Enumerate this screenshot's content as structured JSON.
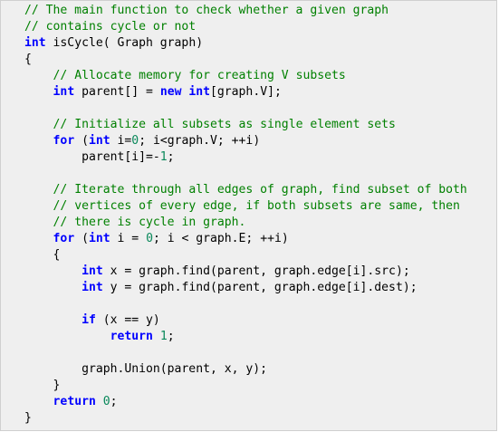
{
  "code": {
    "language": "C",
    "lines": [
      [
        [
          "comment",
          "// The main function to check whether a given graph"
        ]
      ],
      [
        [
          "comment",
          "// contains cycle or not"
        ]
      ],
      [
        [
          "keyword",
          "int"
        ],
        [
          "text",
          " isCycle( Graph graph)"
        ]
      ],
      [
        [
          "text",
          "{"
        ]
      ],
      [
        [
          "text",
          "    "
        ],
        [
          "comment",
          "// Allocate memory for creating V subsets"
        ]
      ],
      [
        [
          "text",
          "    "
        ],
        [
          "keyword",
          "int"
        ],
        [
          "text",
          " parent[] = "
        ],
        [
          "keyword",
          "new"
        ],
        [
          "text",
          " "
        ],
        [
          "keyword",
          "int"
        ],
        [
          "text",
          "[graph.V];"
        ]
      ],
      [
        [
          "text",
          ""
        ]
      ],
      [
        [
          "text",
          "    "
        ],
        [
          "comment",
          "// Initialize all subsets as single element sets"
        ]
      ],
      [
        [
          "text",
          "    "
        ],
        [
          "keyword",
          "for"
        ],
        [
          "text",
          " ("
        ],
        [
          "keyword",
          "int"
        ],
        [
          "text",
          " i="
        ],
        [
          "number",
          "0"
        ],
        [
          "text",
          "; i<graph.V; ++i)"
        ]
      ],
      [
        [
          "text",
          "        parent[i]=-"
        ],
        [
          "number",
          "1"
        ],
        [
          "text",
          ";"
        ]
      ],
      [
        [
          "text",
          ""
        ]
      ],
      [
        [
          "text",
          "    "
        ],
        [
          "comment",
          "// Iterate through all edges of graph, find subset of both"
        ]
      ],
      [
        [
          "text",
          "    "
        ],
        [
          "comment",
          "// vertices of every edge, if both subsets are same, then"
        ]
      ],
      [
        [
          "text",
          "    "
        ],
        [
          "comment",
          "// there is cycle in graph."
        ]
      ],
      [
        [
          "text",
          "    "
        ],
        [
          "keyword",
          "for"
        ],
        [
          "text",
          " ("
        ],
        [
          "keyword",
          "int"
        ],
        [
          "text",
          " i = "
        ],
        [
          "number",
          "0"
        ],
        [
          "text",
          "; i < graph.E; ++i)"
        ]
      ],
      [
        [
          "text",
          "    {"
        ]
      ],
      [
        [
          "text",
          "        "
        ],
        [
          "keyword",
          "int"
        ],
        [
          "text",
          " x = graph.find(parent, graph.edge[i].src);"
        ]
      ],
      [
        [
          "text",
          "        "
        ],
        [
          "keyword",
          "int"
        ],
        [
          "text",
          " y = graph.find(parent, graph.edge[i].dest);"
        ]
      ],
      [
        [
          "text",
          ""
        ]
      ],
      [
        [
          "text",
          "        "
        ],
        [
          "keyword",
          "if"
        ],
        [
          "text",
          " (x == y)"
        ]
      ],
      [
        [
          "text",
          "            "
        ],
        [
          "keyword",
          "return"
        ],
        [
          "text",
          " "
        ],
        [
          "number",
          "1"
        ],
        [
          "text",
          ";"
        ]
      ],
      [
        [
          "text",
          ""
        ]
      ],
      [
        [
          "text",
          "        graph.Union(parent, x, y);"
        ]
      ],
      [
        [
          "text",
          "    }"
        ]
      ],
      [
        [
          "text",
          "    "
        ],
        [
          "keyword",
          "return"
        ],
        [
          "text",
          " "
        ],
        [
          "number",
          "0"
        ],
        [
          "text",
          ";"
        ]
      ],
      [
        [
          "text",
          "}"
        ]
      ]
    ]
  },
  "colors": {
    "background": "#efefef",
    "border": "#cfcfcf",
    "comment": "#008000",
    "keyword": "#0000ff",
    "number": "#09885a",
    "text": "#000000"
  }
}
